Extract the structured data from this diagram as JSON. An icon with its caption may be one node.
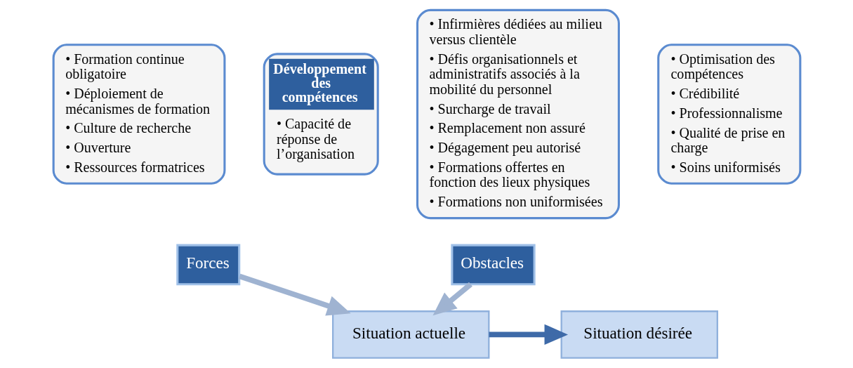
{
  "diagram": {
    "nodes": [
      {
        "text": [
          "• Formation continue obligatoire",
          "• Déploiement de mécanismes de formation",
          "• Culture de recherche",
          "• Ouverture",
          "• Ressources formatrices"
        ]
      },
      {
        "text": [
          "Forces"
        ]
      },
      {
        "text": [
          "Développement des compétences",
          "• Capacité de réponse de l’organisation"
        ]
      },
      {
        "text": [
          "• Infirmières dédiées au milieu versus clientèle",
          "• Défis organisationnels et administratifs associés à la mobilité du personnel",
          "• Surcharge de travail",
          "• Remplacement non assuré",
          "• Dégagement peu autorisé",
          "• Formations offertes en fonction des lieux physiques",
          "• Formations non uniformisées"
        ]
      },
      {
        "text": [
          "Obstacles"
        ]
      },
      {
        "text": [
          "Situation actuelle"
        ]
      },
      {
        "text": [
          "Situation désirée"
        ]
      },
      {
        "text": [
          "• Optimisation des compétences",
          "• Crédibilité",
          "• Professionnalisme",
          "• Qualité de prise en charge",
          "• Soins uniformisés"
        ]
      }
    ],
    "edges": [
      {
        "from": 1,
        "to": 5,
        "arrow": "to"
      },
      {
        "from": 4,
        "to": 5,
        "arrow": "to"
      },
      {
        "from": 5,
        "to": 6,
        "arrow": "to",
        "color": "#3e6aa8"
      }
    ]
  }
}
